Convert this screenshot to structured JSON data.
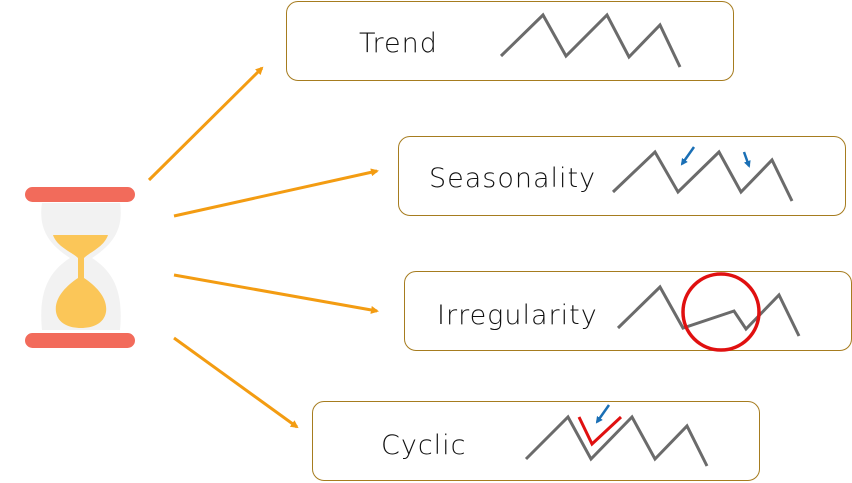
{
  "diagram": {
    "source_icon": "hourglass-icon",
    "connector_color": "#f39c12",
    "line_color": "#6b6b6b",
    "highlight_red": "#e01010",
    "highlight_blue": "#1a6fb5",
    "hourglass_colors": {
      "caps": "#f26b5b",
      "glass": "#f2f2f2",
      "sand": "#fbc658"
    },
    "components": [
      {
        "id": "trend",
        "label": "Trend",
        "annotation": "none"
      },
      {
        "id": "seasonality",
        "label": "Seasonality",
        "annotation": "blue arrows pointing to repeating dips"
      },
      {
        "id": "irregularity",
        "label": "Irregularity",
        "annotation": "red circle around irregular segment"
      },
      {
        "id": "cyclic",
        "label": "Cyclic",
        "annotation": "red V highlight with blue arrow"
      }
    ]
  }
}
